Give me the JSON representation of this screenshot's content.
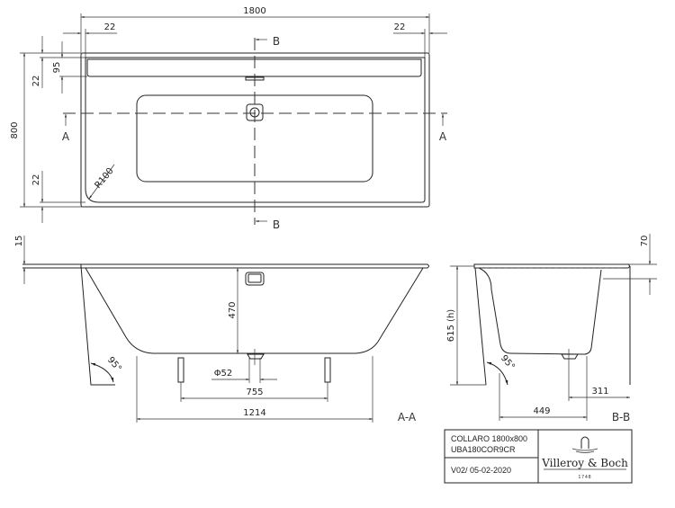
{
  "top_view": {
    "overall_length": "1800",
    "rim_left": "22",
    "rim_right": "22",
    "overall_width": "800",
    "rim_top": "22",
    "shelf": "95",
    "rim_bottom": "22",
    "corner_radius": "R100",
    "section_a": "A",
    "section_b": "B"
  },
  "section_aa": {
    "rim_thickness": "15",
    "depth": "470",
    "angle": "95°",
    "drain_diameter": "Φ52",
    "feet_spacing": "755",
    "bottom_length": "1214",
    "label": "A-A"
  },
  "section_bb": {
    "height": "615 (h)",
    "rim_offset": "70",
    "angle": "95°",
    "drain_offset": "311",
    "bottom_width": "449",
    "label": "B-B"
  },
  "title_block": {
    "model": "COLLARO 1800x800",
    "code": "UBA180COR9CR",
    "version": "V02/ 05-02-2020",
    "brand": "Villeroy & Boch",
    "since": "1748"
  }
}
